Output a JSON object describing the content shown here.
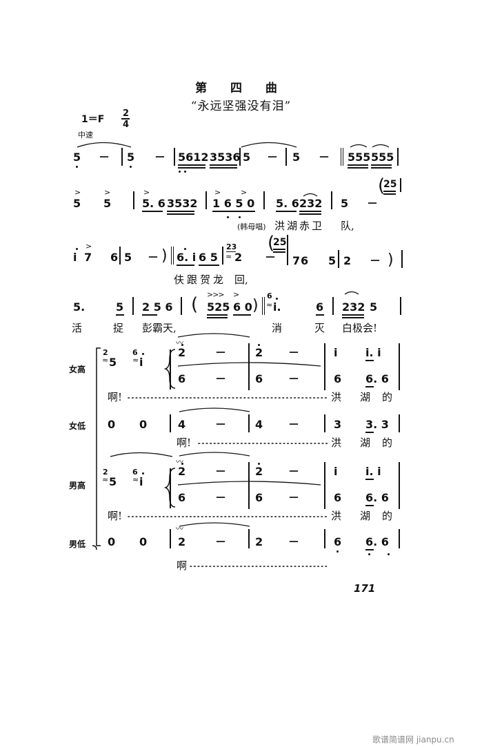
{
  "header": {
    "title": "第 四 曲",
    "subtitle": "“永远坚强没有泪”",
    "key": "1＝F",
    "time_num": "2",
    "time_den": "4",
    "tempo": "中速"
  },
  "system1": {
    "notes": [
      "5",
      "－",
      "5",
      "－",
      "5612",
      "3536",
      "5",
      "－",
      "5",
      "－",
      "555",
      "555"
    ]
  },
  "system2": {
    "notes": [
      "5",
      "5",
      "5. 6",
      "3532",
      "1 6 5 0",
      "5. 6",
      "232",
      "5",
      "－"
    ],
    "rehearsal": "25",
    "singer": "(韩母唱)",
    "lyrics": [
      "洪湖赤卫",
      "队,"
    ]
  },
  "system3": {
    "notes": [
      "i",
      "7",
      "6",
      "5",
      "－",
      "6. i",
      "6 5",
      "2",
      "－",
      "7",
      "6",
      "5",
      "2",
      "－"
    ],
    "grace": "23",
    "rehearsal": "25",
    "lyrics": [
      "伕跟贺龙",
      "回,"
    ]
  },
  "system4": {
    "notes": [
      "5.",
      "5",
      "2 5 6",
      "525",
      "6 0",
      "i.",
      "6",
      "232",
      "5"
    ],
    "grace": "6",
    "lyrics": [
      "活",
      "捉",
      "彭霸天,",
      "消",
      "灭",
      "白极会!"
    ]
  },
  "choir": {
    "voices": [
      "女高",
      "女低",
      "男高",
      "男低"
    ],
    "s_notes": [
      "5",
      "i",
      "2",
      "－",
      "2",
      "－",
      "i",
      "i. i",
      "6",
      "－",
      "6",
      "－",
      "6",
      "6. 6"
    ],
    "a_notes": [
      "0",
      "0",
      "4",
      "－",
      "4",
      "－",
      "3",
      "3. 3"
    ],
    "t_notes": [
      "5",
      "i",
      "2",
      "－",
      "2",
      "－",
      "i",
      "i. i",
      "6",
      "－",
      "6",
      "－",
      "6",
      "6. 6"
    ],
    "b_notes": [
      "0",
      "0",
      "2",
      "－",
      "2",
      "－",
      "6",
      "6. 6"
    ],
    "lyric_a": "啊!",
    "lyric_b": "洪",
    "lyric_c": "湖",
    "lyric_d": "的",
    "lyric_last": "啊",
    "grace_top": "2",
    "grace_top2": "6"
  },
  "footer": {
    "page_number": "171",
    "watermark": "歌谱简谱网 jianpu.cn"
  }
}
